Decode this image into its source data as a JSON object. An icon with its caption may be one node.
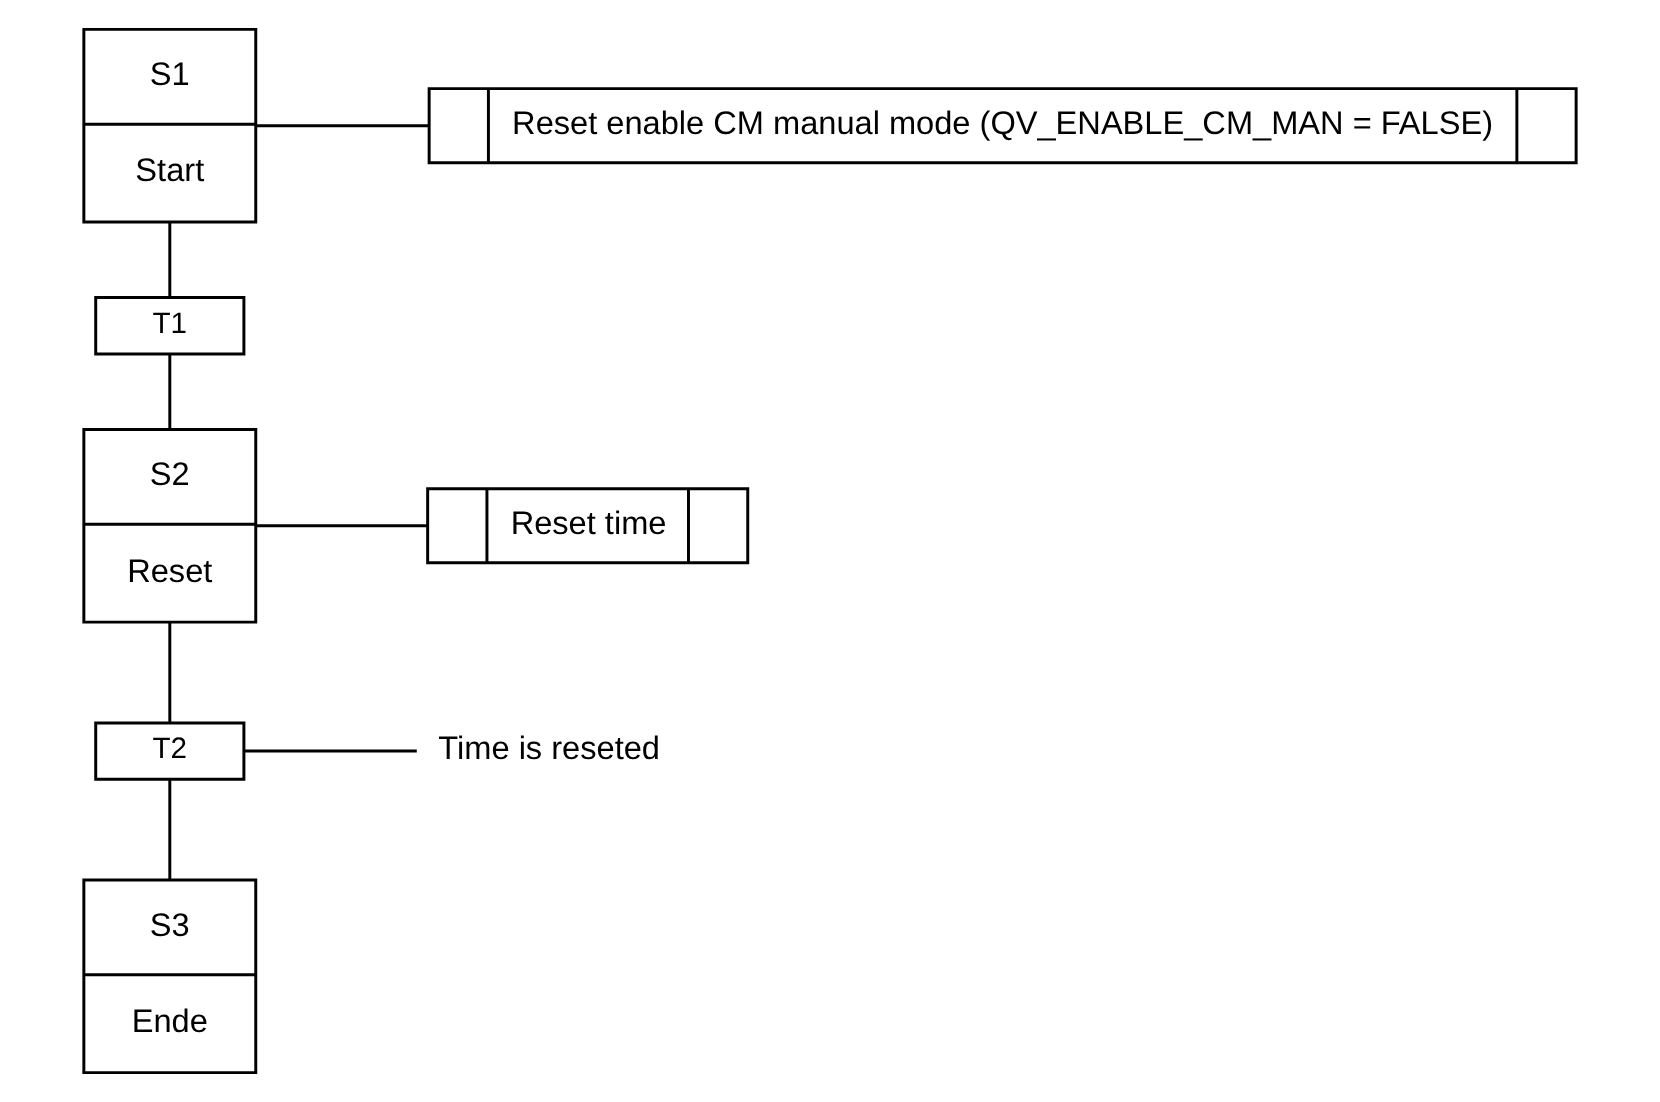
{
  "diagram": {
    "nodes": [
      {
        "text": [
          "S1",
          "Start"
        ]
      },
      {
        "text": [
          "Reset enable CM manual mode (QV_ENABLE_CM_MAN = FALSE)"
        ]
      },
      {
        "text": [
          "T1"
        ]
      },
      {
        "text": [
          "S2",
          "Reset"
        ]
      },
      {
        "text": [
          "Reset time"
        ]
      },
      {
        "text": [
          "T2"
        ]
      },
      {
        "text": [
          "Time is reseted"
        ]
      },
      {
        "text": [
          "S3",
          "Ende"
        ]
      }
    ],
    "edges": [
      {
        "from": 0,
        "to": 1,
        "arrow": "none"
      },
      {
        "from": 0,
        "to": 2,
        "arrow": "none"
      },
      {
        "from": 2,
        "to": 3,
        "arrow": "none"
      },
      {
        "from": 3,
        "to": 4,
        "arrow": "none"
      },
      {
        "from": 3,
        "to": 5,
        "arrow": "none"
      },
      {
        "from": 5,
        "to": 6,
        "arrow": "none"
      },
      {
        "from": 5,
        "to": 7,
        "arrow": "none"
      }
    ]
  }
}
